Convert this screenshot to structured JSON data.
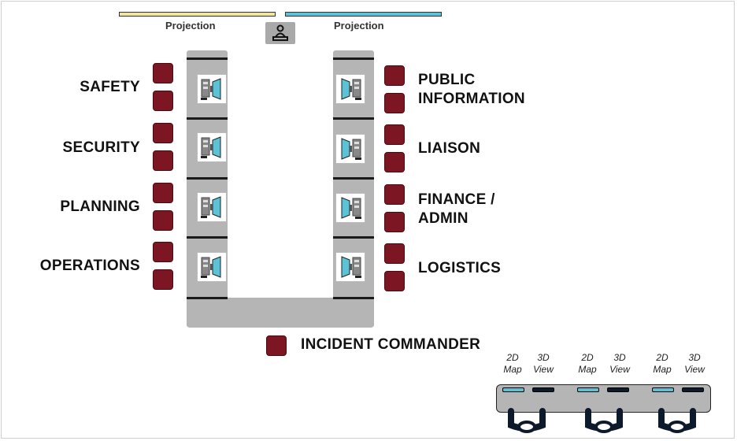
{
  "projection": {
    "left_label": "Projection",
    "right_label": "Projection",
    "left_color": "#f0e6a0",
    "right_color": "#5cc3d6"
  },
  "podium": {
    "icon": "presenter-icon"
  },
  "roles": {
    "left": [
      "SAFETY",
      "SECURITY",
      "PLANNING",
      "OPERATIONS"
    ],
    "right": [
      {
        "line1": "PUBLIC",
        "line2": "INFORMATION"
      },
      {
        "line1": "LIAISON",
        "line2": ""
      },
      {
        "line1": "FINANCE /",
        "line2": "ADMIN"
      },
      {
        "line1": "LOGISTICS",
        "line2": ""
      }
    ],
    "commander": "INCIDENT COMMANDER"
  },
  "video_wall": {
    "labels": [
      {
        "top": "2D",
        "bottom": "Map"
      },
      {
        "top": "3D",
        "bottom": "View"
      },
      {
        "top": "2D",
        "bottom": "Map"
      },
      {
        "top": "3D",
        "bottom": "View"
      },
      {
        "top": "2D",
        "bottom": "Map"
      },
      {
        "top": "3D",
        "bottom": "View"
      }
    ],
    "map_screen_color": "#5cc3d6",
    "view_screen_color": "#0d1a2b"
  },
  "colors": {
    "seat": "#7b1622",
    "table": "#b5b5b5",
    "monitor": "#5cc3d6"
  }
}
